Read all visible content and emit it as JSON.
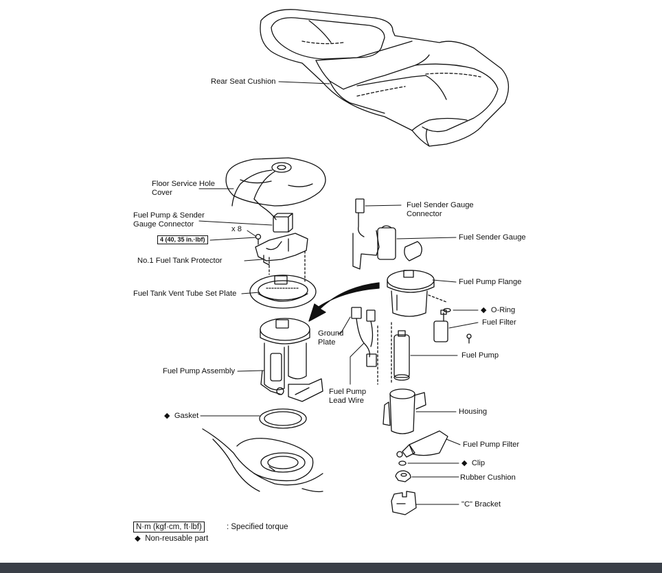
{
  "labels": {
    "rear_seat_cushion": "Rear Seat Cushion",
    "floor_service_hole_cover": "Floor Service Hole\nCover",
    "fuel_pump_sender_connector": "Fuel Pump & Sender\nGauge Connector",
    "x8": "x 8",
    "torque": "4 (40, 35 in.·lbf)",
    "no1_fuel_tank_protector": "No.1 Fuel Tank Protector",
    "fuel_tank_vent_tube_set_plate": "Fuel Tank Vent Tube Set Plate",
    "fuel_pump_assembly": "Fuel Pump Assembly",
    "gasket": "◆  Gasket",
    "ground_plate": "Ground\nPlate",
    "fuel_pump_lead_wire": "Fuel Pump\nLead Wire",
    "fuel_sender_gauge_connector": "Fuel Sender Gauge\nConnector",
    "fuel_sender_gauge": "Fuel Sender Gauge",
    "fuel_pump_flange": "Fuel Pump Flange",
    "o_ring": "◆  O-Ring",
    "fuel_filter": "Fuel Filter",
    "fuel_pump": "Fuel Pump",
    "housing": "Housing",
    "fuel_pump_filter": "Fuel Pump Filter",
    "clip": "◆  Clip",
    "rubber_cushion": "Rubber Cushion",
    "c_bracket": "\"C\" Bracket"
  },
  "legend": {
    "torque_unit": "N·m (kgf·cm, ft·lbf)",
    "torque_text": ": Specified torque",
    "nonreusable": "◆  Non-reusable part"
  }
}
